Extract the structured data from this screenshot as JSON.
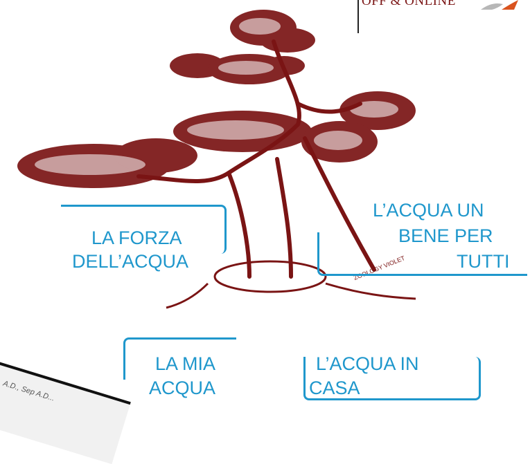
{
  "logo": {
    "text": "OFF & ONLINE",
    "accent_color": "#7a1414"
  },
  "labels": {
    "forza": [
      "LA FORZA",
      "DELL’ACQUA"
    ],
    "bene": [
      "L’ACQUA UN",
      "BENE PER",
      "TUTTI"
    ],
    "mia": [
      "LA MIA",
      "ACQUA"
    ],
    "casa": [
      "L’ACQUA IN",
      "CASA"
    ]
  },
  "artwork": {
    "signature": "ZOOLOGY VIOLET"
  },
  "scrap": {
    "text": "A.D., Sep A.D..."
  },
  "colors": {
    "label": "#1f97cc",
    "tree": "#7a1414"
  }
}
